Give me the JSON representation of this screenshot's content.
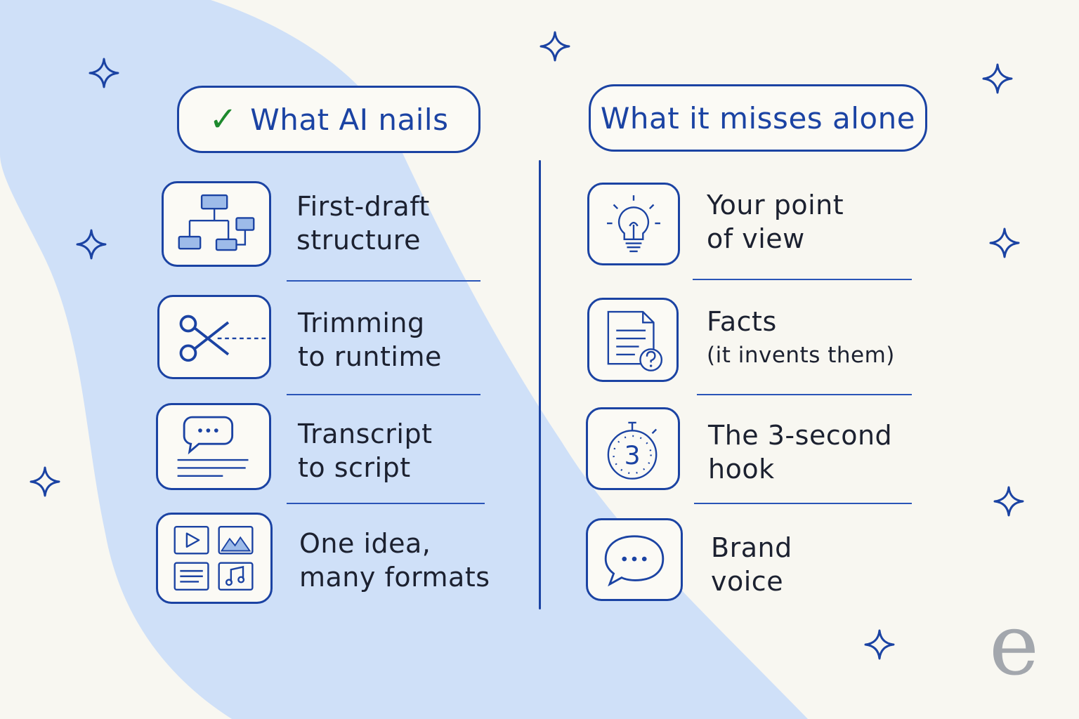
{
  "left_column": {
    "header": {
      "check": "✓",
      "title": "What AI nails"
    },
    "items": [
      {
        "icon": "flowchart-icon",
        "line1": "First-draft",
        "line2": "structure"
      },
      {
        "icon": "scissors-icon",
        "line1": "Trimming",
        "line2": "to runtime"
      },
      {
        "icon": "speech-bubble-document-icon",
        "line1": "Transcript",
        "line2": "to script"
      },
      {
        "icon": "multi-format-grid-icon",
        "line1": "One idea,",
        "line2": "many formats"
      }
    ]
  },
  "right_column": {
    "header": {
      "title": "What it misses alone"
    },
    "items": [
      {
        "icon": "lightbulb-icon",
        "line1": "Your point",
        "line2": "of view"
      },
      {
        "icon": "document-question-icon",
        "line1": "Facts",
        "line2": "(it invents them)"
      },
      {
        "icon": "stopwatch-icon",
        "line1": "The 3-second",
        "line2": "hook",
        "stopwatch_digit": "3"
      },
      {
        "icon": "chat-bubble-icon",
        "line1": "Brand",
        "line2": "voice"
      }
    ]
  },
  "logo": {
    "letter": "e"
  },
  "colors": {
    "accent": "#1b43a3",
    "blob": "#cfe0f8",
    "check": "#1e8a2e",
    "background": "#f8f7f1"
  }
}
